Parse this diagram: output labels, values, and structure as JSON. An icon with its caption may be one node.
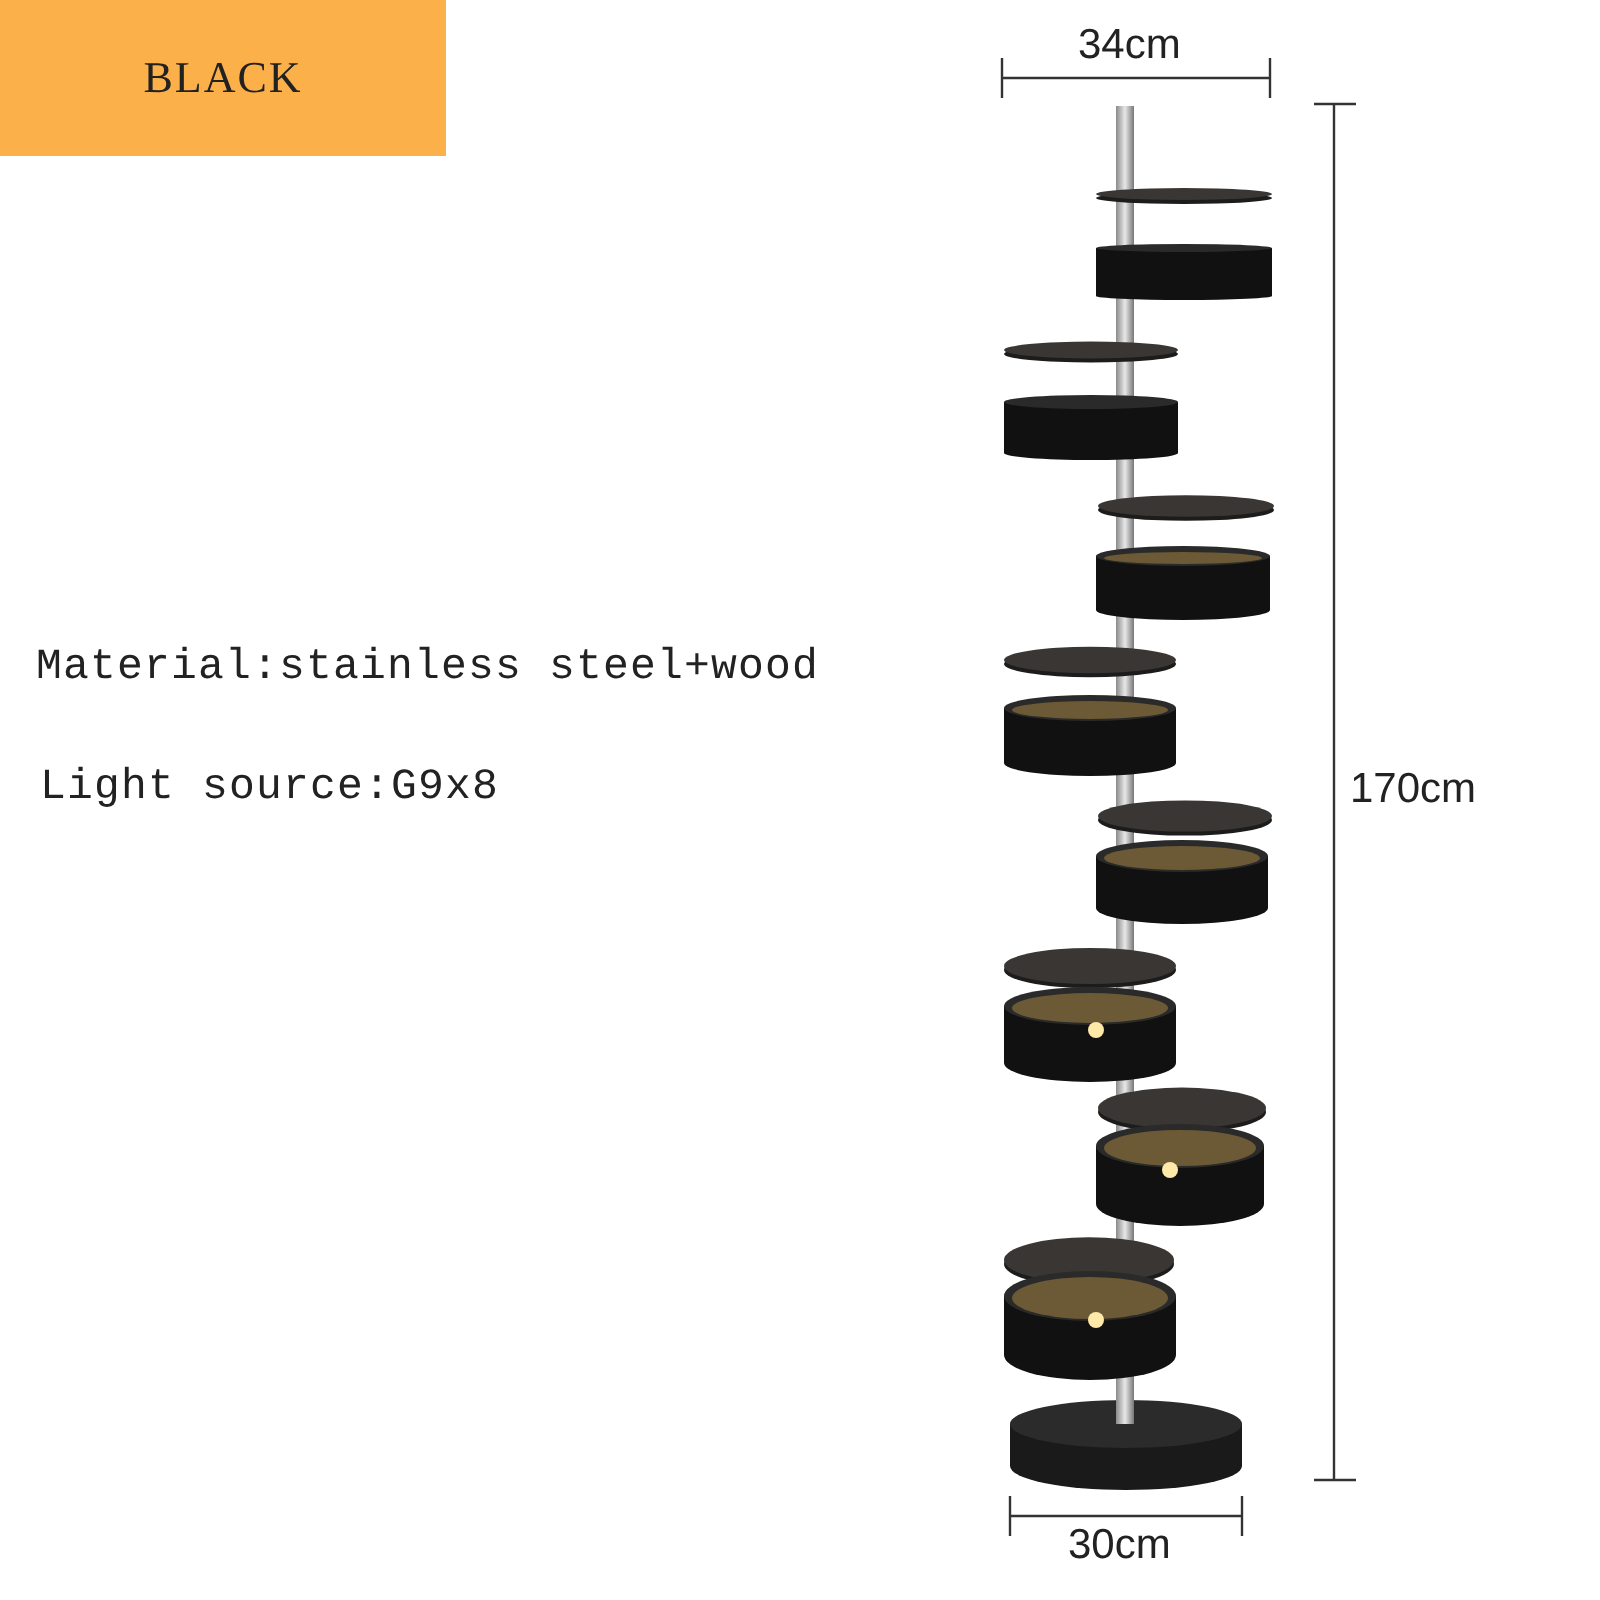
{
  "diagram": {
    "nodes": [
      {
        "text": [
          "BLACK"
        ]
      }
    ],
    "labels": [
      "34cm",
      "Material:stainless steel+wood",
      "Light source:G9x8",
      "170cm",
      "30cm"
    ]
  }
}
